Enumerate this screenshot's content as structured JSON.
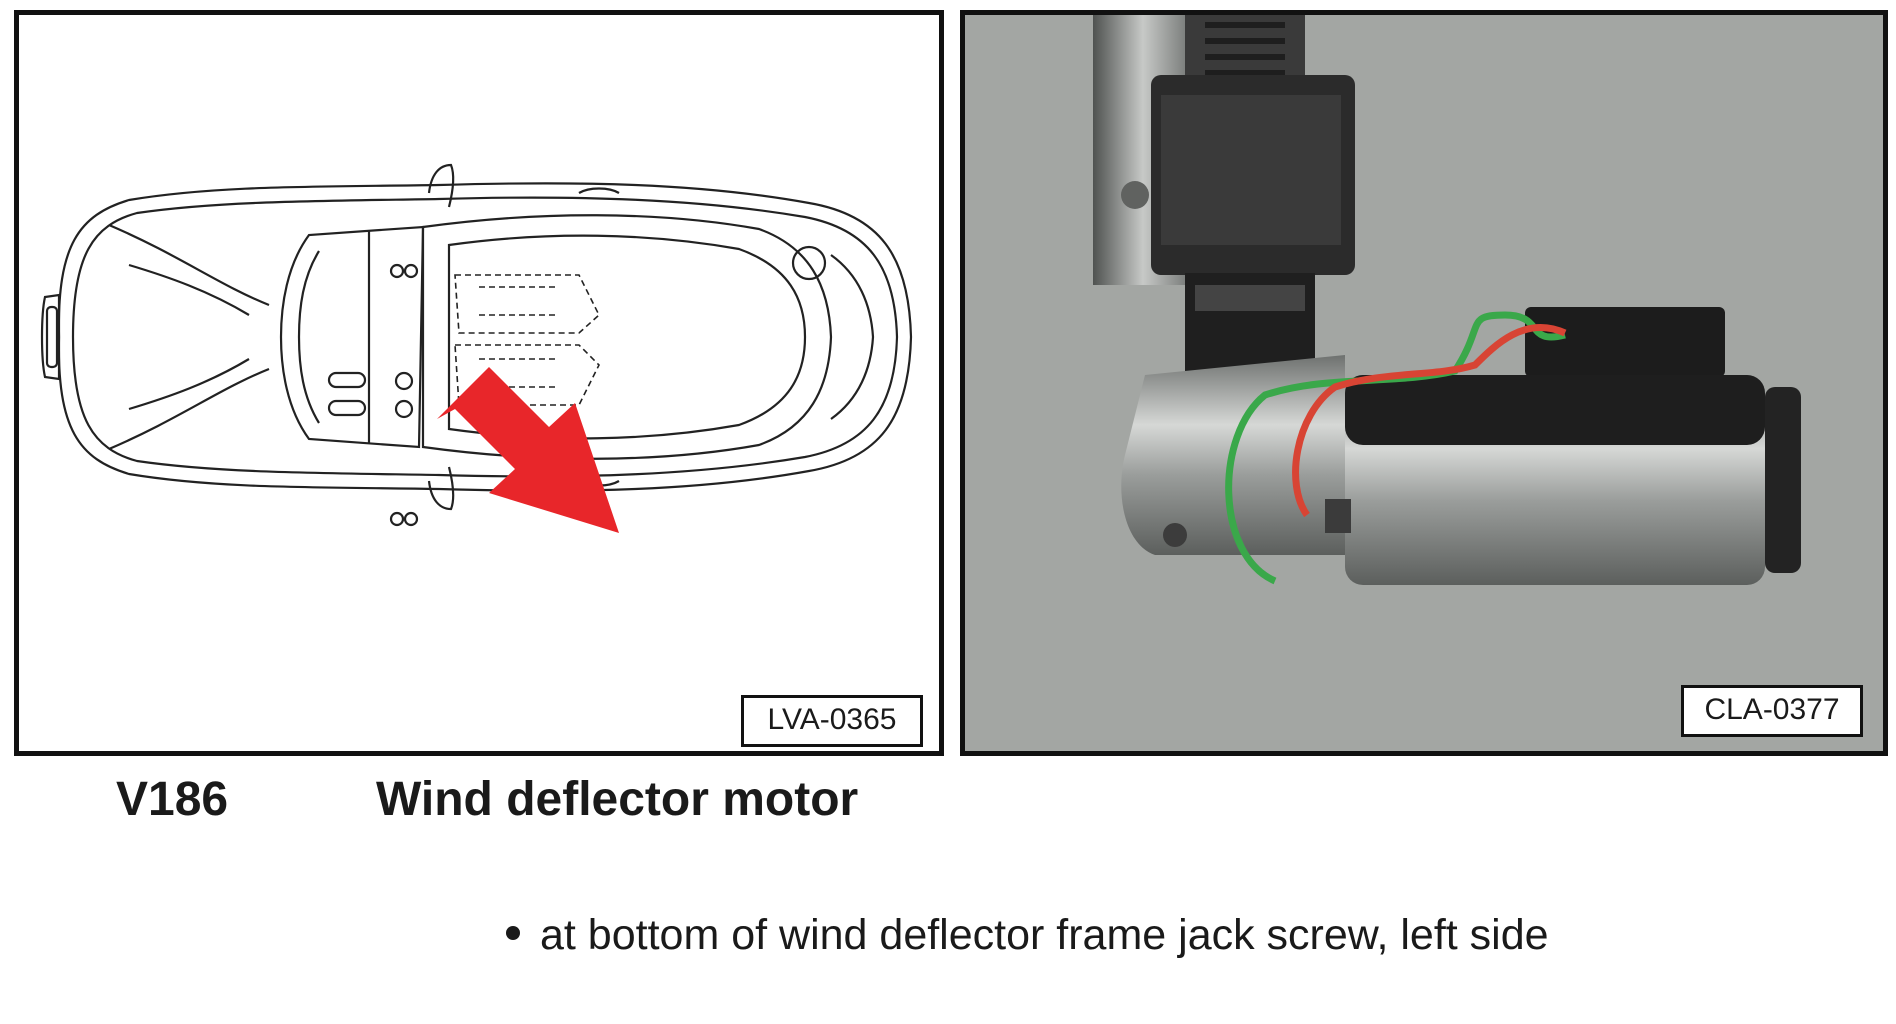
{
  "figure_left": {
    "ref_code": "LVA-0365"
  },
  "figure_right": {
    "ref_code": "CLA-0377"
  },
  "caption": {
    "code": "V186",
    "title": "Wind deflector motor"
  },
  "notes": [
    {
      "text": "at bottom of wind deflector frame jack screw, left side"
    }
  ],
  "colors": {
    "arrow": "#e8262a",
    "wire_green": "#3aa84a",
    "wire_red": "#d84434",
    "photo_background": "#a3a6a3"
  },
  "icons": {
    "bullet": "bullet-dot-icon",
    "arrow": "location-arrow-icon"
  }
}
